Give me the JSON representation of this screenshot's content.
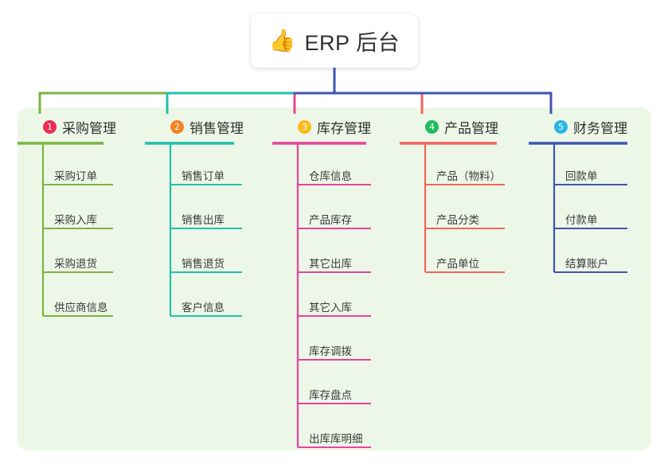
{
  "diagram": {
    "type": "mindmap",
    "title": "ERP 后台",
    "background_color": "#ffffff",
    "panel_color": "#edf7e8"
  },
  "root": {
    "icon": "thumbs-up-emoji",
    "emoji": "👍",
    "label": "ERP 后台",
    "stem_color": "#4054b2"
  },
  "branches": [
    {
      "number": "1",
      "label": "采购管理",
      "color": "#7cb342",
      "badge_color": "#ec2d55",
      "children": [
        "采购订单",
        "采购入库",
        "采购退货",
        "供应商信息"
      ]
    },
    {
      "number": "2",
      "label": "销售管理",
      "color": "#21c1ac",
      "badge_color": "#f58220",
      "children": [
        "销售订单",
        "销售出库",
        "销售退货",
        "客户信息"
      ]
    },
    {
      "number": "3",
      "label": "库存管理",
      "color": "#e8439b",
      "badge_color": "#fcba1b",
      "children": [
        "仓库信息",
        "产品库存",
        "其它出库",
        "其它入库",
        "库存调拨",
        "库存盘点",
        "出库库明细"
      ]
    },
    {
      "number": "4",
      "label": "产品管理",
      "color": "#f4645c",
      "badge_color": "#22bd5f",
      "children": [
        "产品（物料）",
        "产品分类",
        "产品单位"
      ]
    },
    {
      "number": "5",
      "label": "财务管理",
      "color": "#4054b2",
      "badge_color": "#29b6e8",
      "children": [
        "回款单",
        "付款单",
        "结算账户"
      ]
    }
  ]
}
